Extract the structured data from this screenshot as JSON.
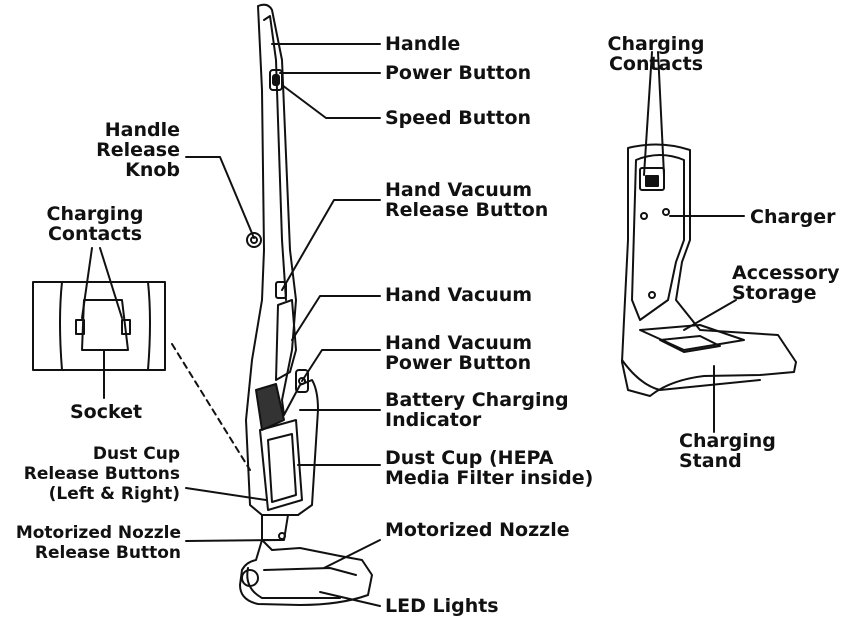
{
  "labels": {
    "handle": "Handle",
    "power_button": "Power Button",
    "speed_button": "Speed Button",
    "hand_vacuum_release_button": [
      "Hand Vacuum",
      "Release Button"
    ],
    "hand_vacuum": "Hand Vacuum",
    "hand_vacuum_power_button": [
      "Hand Vacuum",
      "Power Button"
    ],
    "battery_charging_indicator": [
      "Battery Charging",
      "Indicator"
    ],
    "dust_cup": [
      "Dust Cup (HEPA",
      "Media Filter inside)"
    ],
    "motorized_nozzle": "Motorized Nozzle",
    "led_lights": "LED Lights",
    "handle_release_knob": [
      "Handle",
      "Release",
      "Knob"
    ],
    "charging_contacts_left": [
      "Charging",
      "Contacts"
    ],
    "socket": "Socket",
    "dust_cup_release_buttons": [
      "Dust Cup",
      "Release Buttons",
      "(Left & Right)"
    ],
    "motorized_nozzle_release_button": [
      "Motorized Nozzle",
      "Release Button"
    ],
    "charging_contacts_right": [
      "Charging",
      "Contacts"
    ],
    "charger": "Charger",
    "accessory_storage": [
      "Accessory",
      "Storage"
    ],
    "charging_stand": [
      "Charging",
      "Stand"
    ]
  }
}
